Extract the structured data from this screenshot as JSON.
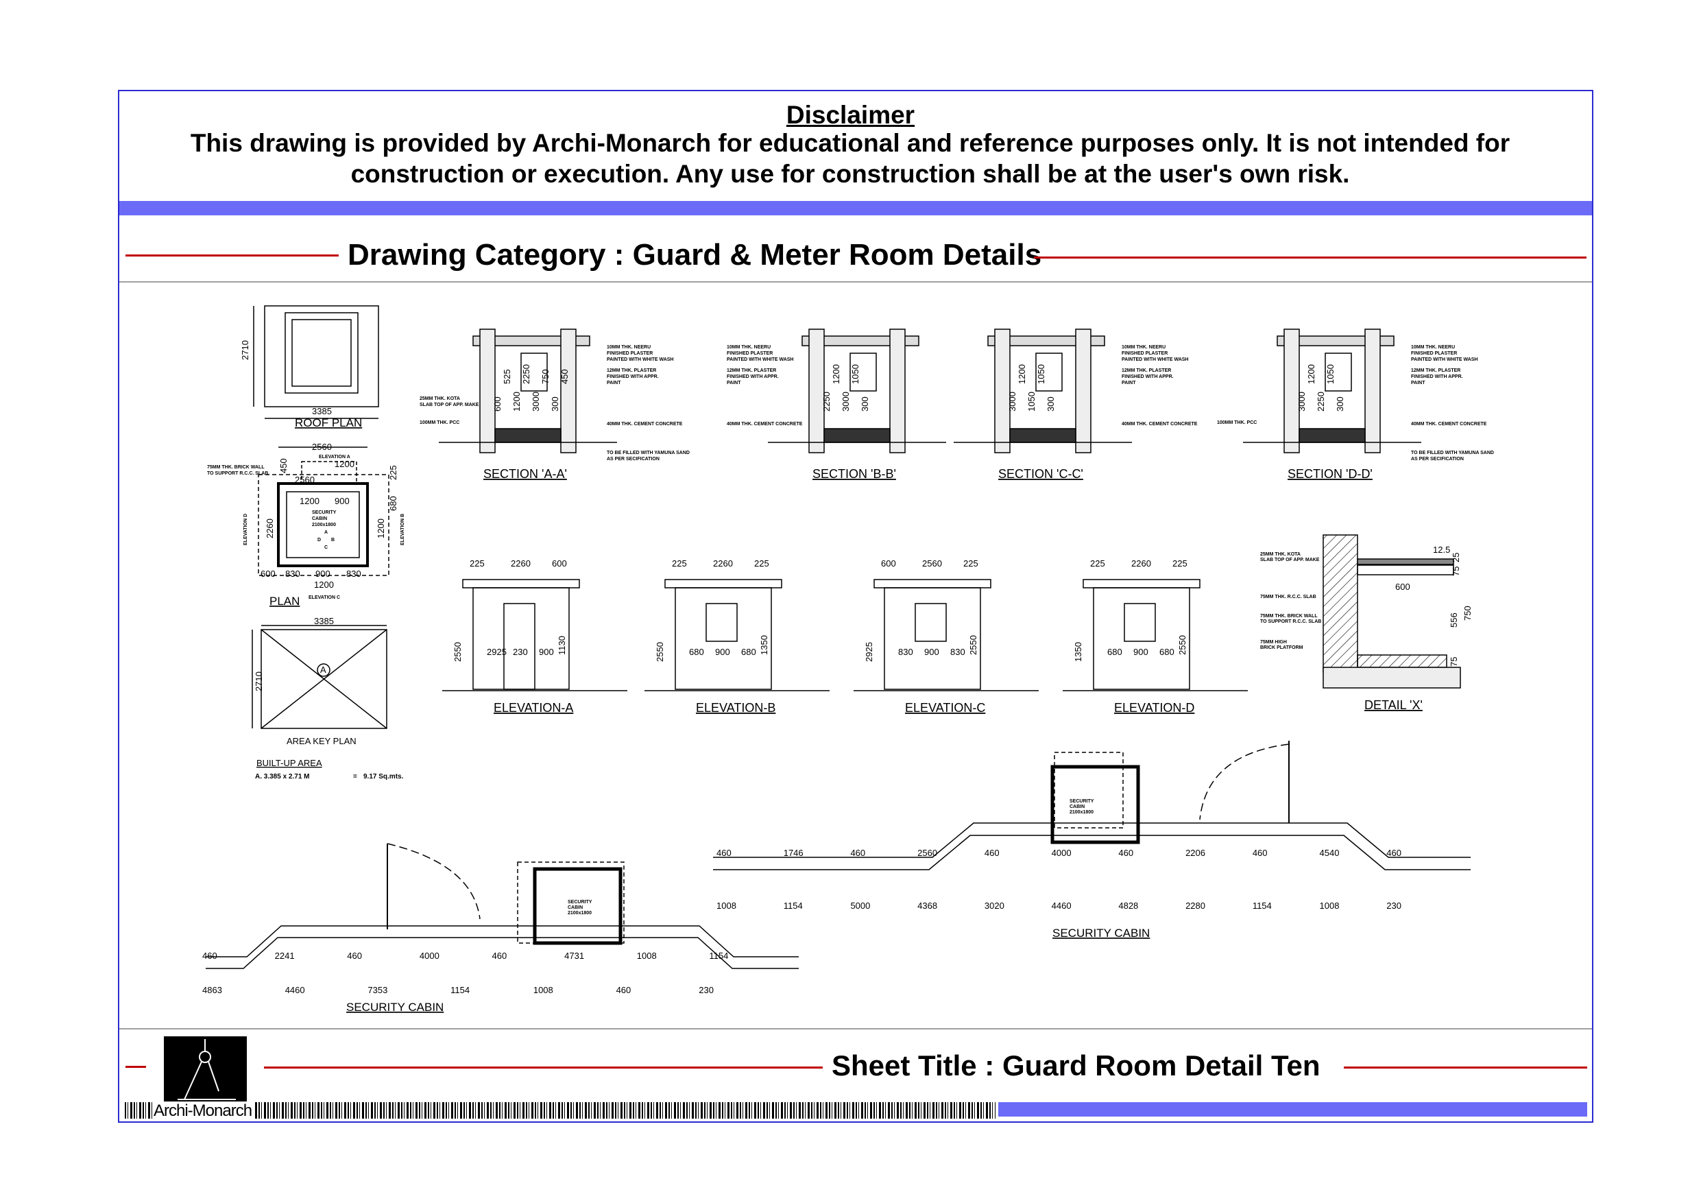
{
  "disclaimer": {
    "heading": "Disclaimer",
    "line1": "This drawing is provided by Archi-Monarch for educational and reference purposes only. It is not intended for",
    "line2": "construction or execution. Any use for construction shall be at the user's own risk."
  },
  "category": {
    "title": "Drawing Category : Guard & Meter Room Details"
  },
  "footer": {
    "sheet_title": "Sheet Title : Guard Room Detail Ten",
    "brand": "Archi-Monarch"
  },
  "colors": {
    "frame": "#2a2ad0",
    "band": "#6b6bf7",
    "rule": "#c00000"
  },
  "roof_plan": {
    "title": "ROOF PLAN",
    "width": "3385",
    "height": "2710"
  },
  "plan": {
    "title": "PLAN",
    "room": [
      "SECURITY",
      "CABIN",
      "2100x1800"
    ],
    "note": [
      "75MM THK. BRICK WALL",
      "TO SUPPORT R.C.C. SLAB"
    ],
    "elev_a": "ELEVATION A",
    "elev_b": "ELEVATION B",
    "elev_c": "ELEVATION C",
    "elev_d": "ELEVATION D",
    "dims": {
      "top": "2560",
      "inner_top": "2560",
      "door": "1200",
      "d450": "450",
      "w900": "900",
      "h2260": "2260",
      "b600": "600",
      "b830": "830",
      "b900": "900",
      "b830b": "830",
      "b1200": "1200",
      "r225": "225",
      "r680": "680",
      "r1200": "1200"
    },
    "compass": {
      "a": "A",
      "b": "B",
      "c": "C",
      "d": "D"
    }
  },
  "area_key": {
    "title": "AREA KEY PLAN",
    "width": "3385",
    "height": "2710",
    "marker": "A"
  },
  "built_up": {
    "title": "BUILT-UP AREA",
    "calc": "A. 3.385 x 2.71 M",
    "eq": "=",
    "result": "9.17 Sq.mts."
  },
  "sections": [
    {
      "title": "SECTION 'A-A'",
      "dims": [
        "600",
        "525",
        "1200",
        "2250",
        "3000",
        "750",
        "300",
        "450"
      ]
    },
    {
      "title": "SECTION 'B-B'",
      "dims": [
        "2250",
        "1200",
        "3000",
        "1050",
        "300"
      ]
    },
    {
      "title": "SECTION 'C-C'",
      "dims": [
        "3000",
        "1200",
        "1050",
        "1050",
        "300"
      ]
    },
    {
      "title": "SECTION 'D-D'",
      "dims": [
        "3000",
        "1200",
        "2250",
        "1050",
        "300"
      ]
    }
  ],
  "section_notes": {
    "neeru": [
      "10MM THK. NEERU",
      "FINISHED PLASTER",
      "PAINTED WITH WHITE WASH"
    ],
    "plaster": [
      "12MM THK. PLASTER",
      "FINISHED WITH APPR.",
      "PAINT"
    ],
    "kota": [
      "25MM THK. KOTA",
      "SLAB TOP OF APP. MAKE"
    ],
    "pcc": "100MM THK. PCC",
    "cc": "40MM THK. CEMENT CONCRETE",
    "sand": [
      "TO BE FILLED WITH YAMUNA SAND",
      "AS PER SECIFICATION"
    ]
  },
  "elevations": [
    {
      "title": "ELEVATION-A",
      "dims": [
        "225",
        "2260",
        "600",
        "2550",
        "2925",
        "230",
        "900",
        "1130"
      ]
    },
    {
      "title": "ELEVATION-B",
      "dims": [
        "225",
        "2260",
        "225",
        "2550",
        "680",
        "900",
        "680",
        "1350"
      ]
    },
    {
      "title": "ELEVATION-C",
      "dims": [
        "600",
        "2560",
        "225",
        "2925",
        "830",
        "900",
        "830",
        "2550"
      ]
    },
    {
      "title": "ELEVATION-D",
      "dims": [
        "225",
        "2260",
        "225",
        "1350",
        "680",
        "900",
        "680",
        "2550"
      ]
    }
  ],
  "detail_x": {
    "title": "DETAIL 'X'",
    "notes": [
      "25MM THK. KOTA",
      "SLAB TOP OF APP. MAKE",
      "75MM THK. R.C.C. SLAB",
      "75MM THK. BRICK WALL",
      "TO SUPPORT R.C.C. SLAB",
      "75MM HIGH",
      "BRICK PLATFORM"
    ],
    "dims": [
      "12.5",
      "25",
      "75",
      "600",
      "556",
      "750",
      "75"
    ]
  },
  "site_left": {
    "title": "SECURITY CABIN",
    "room": [
      "SECURITY",
      "CABIN",
      "2100x1800"
    ],
    "dims": [
      "460",
      "2241",
      "460",
      "4000",
      "460",
      "4731",
      "1008",
      "1154",
      "4863",
      "4460",
      "7353",
      "1154",
      "1008",
      "460",
      "230"
    ]
  },
  "site_right": {
    "title": "SECURITY CABIN",
    "room": [
      "SECURITY",
      "CABIN",
      "2100x1800"
    ],
    "dims": [
      "460",
      "1746",
      "460",
      "2560",
      "460",
      "4000",
      "460",
      "2206",
      "460",
      "4540",
      "460",
      "1008",
      "1154",
      "5000",
      "4368",
      "3020",
      "4460",
      "4828",
      "2280",
      "1154",
      "1008",
      "230"
    ]
  }
}
